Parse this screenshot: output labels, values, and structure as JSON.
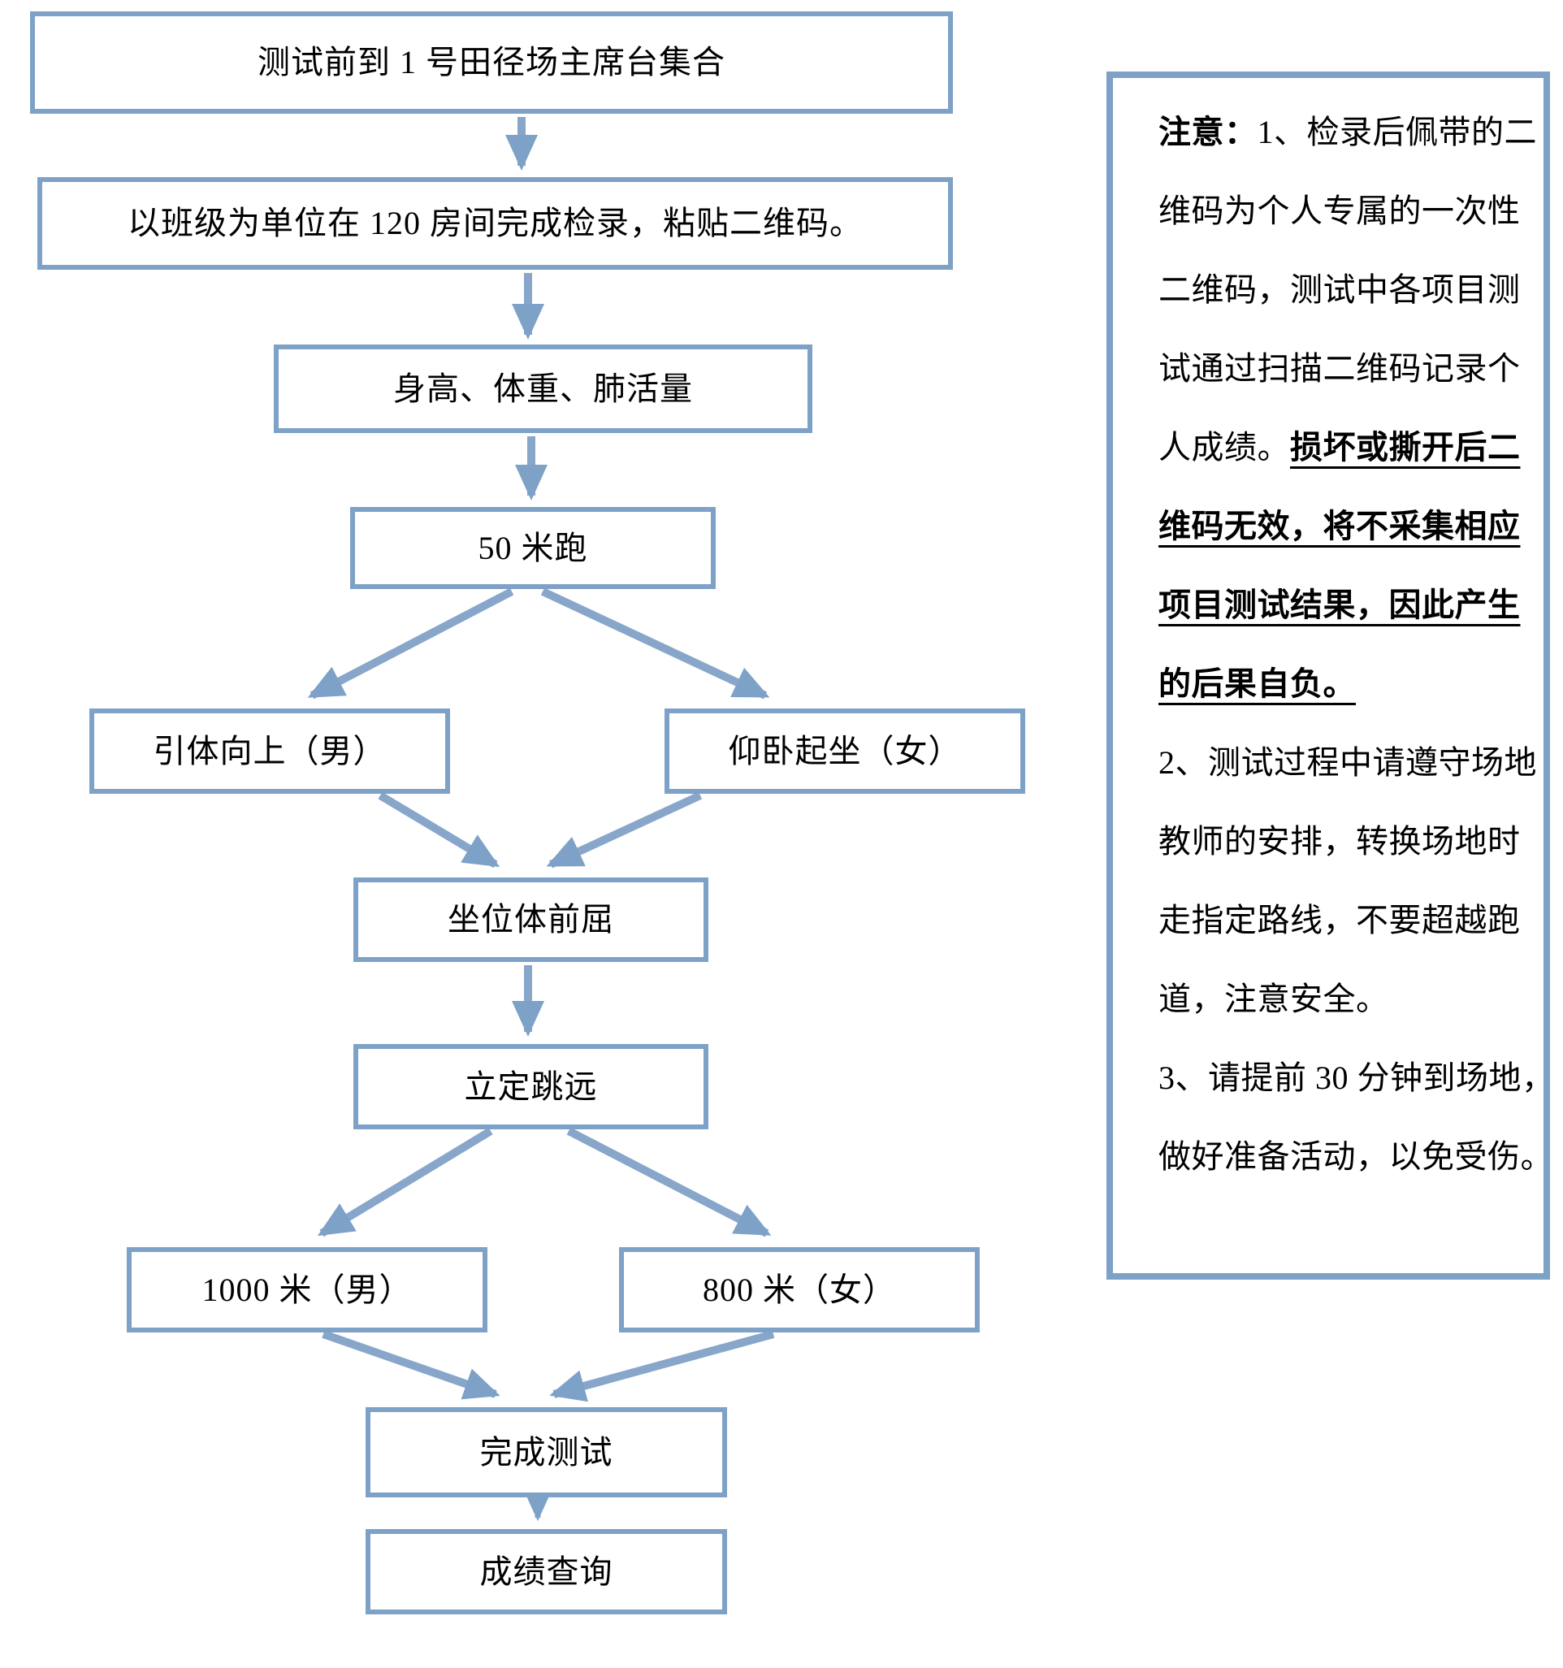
{
  "flowchart": {
    "nodes": [
      {
        "id": "assemble",
        "label": "测试前到 1 号田径场主席台集合"
      },
      {
        "id": "checkin",
        "label": "以班级为单位在 120 房间完成检录，粘贴二维码。"
      },
      {
        "id": "body-test",
        "label": "身高、体重、肺活量"
      },
      {
        "id": "run50",
        "label": "50 米跑"
      },
      {
        "id": "pullup",
        "label": "引体向上（男）"
      },
      {
        "id": "situp",
        "label": "仰卧起坐（女）"
      },
      {
        "id": "sitreach",
        "label": "坐位体前屈"
      },
      {
        "id": "longjump",
        "label": "立定跳远"
      },
      {
        "id": "run1000",
        "label": "1000 米（男）"
      },
      {
        "id": "run800",
        "label": "800 米（女）"
      },
      {
        "id": "finish",
        "label": "完成测试"
      },
      {
        "id": "score",
        "label": "成绩查询"
      }
    ]
  },
  "notes": {
    "lines": [
      {
        "segments": [
          {
            "text": "注意：",
            "style": "bold"
          },
          {
            "text": "1、检录后佩带的二",
            "style": "normal"
          }
        ]
      },
      {
        "segments": [
          {
            "text": "维码为个人专属的一次性",
            "style": "normal"
          }
        ]
      },
      {
        "segments": [
          {
            "text": "二维码，测试中各项目测",
            "style": "normal"
          }
        ]
      },
      {
        "segments": [
          {
            "text": "试通过扫描二维码记录个",
            "style": "normal"
          }
        ]
      },
      {
        "segments": [
          {
            "text": "人成绩。",
            "style": "normal"
          },
          {
            "text": "损坏或撕开后二",
            "style": "emph"
          }
        ]
      },
      {
        "segments": [
          {
            "text": "维码无效，将不采集相应",
            "style": "emph"
          }
        ]
      },
      {
        "segments": [
          {
            "text": "项目测试结果，因此产生",
            "style": "emph"
          }
        ]
      },
      {
        "segments": [
          {
            "text": "的后果自负。",
            "style": "emph"
          }
        ]
      },
      {
        "segments": [
          {
            "text": "2、测试过程中请遵守场地",
            "style": "normal"
          }
        ]
      },
      {
        "segments": [
          {
            "text": "教师的安排，转换场地时",
            "style": "normal"
          }
        ]
      },
      {
        "segments": [
          {
            "text": "走指定路线，不要超越跑",
            "style": "normal"
          }
        ]
      },
      {
        "segments": [
          {
            "text": "道，注意安全。",
            "style": "normal"
          }
        ]
      },
      {
        "segments": [
          {
            "text": "3、请提前 30 分钟到场地，",
            "style": "normal"
          }
        ]
      },
      {
        "segments": [
          {
            "text": "做好准备活动，以免受伤。",
            "style": "normal"
          }
        ]
      }
    ]
  },
  "colors": {
    "box_border": "#7ea1c7",
    "arrow": "#87a6ca",
    "text": "#000000",
    "background": "#ffffff"
  }
}
